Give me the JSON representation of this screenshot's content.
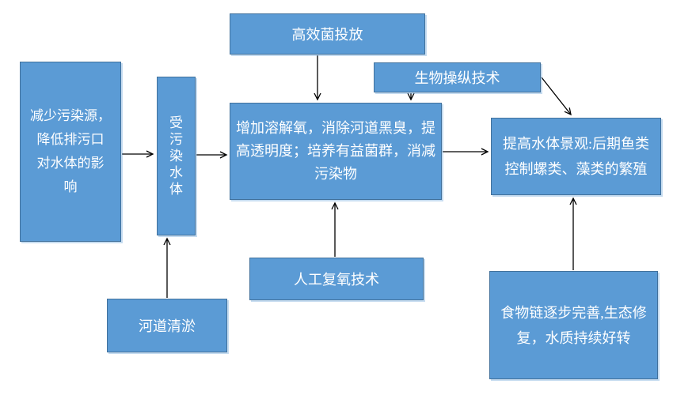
{
  "diagram": {
    "type": "flowchart",
    "background_color": "#FFFFFF",
    "node_fill_color": "#5B9BD5",
    "node_border_color": "#41719C",
    "node_text_color": "#FFFFFF",
    "arrow_color": "#000000",
    "nodes": {
      "reduce_pollution": {
        "label": "减少污染源，降低排污口对水体的影响",
        "lines": [
          "减少污染源，",
          "降低排污口",
          "对水体的影",
          "响"
        ]
      },
      "polluted_water": {
        "label": "受污染水体",
        "chars": [
          "受",
          "污",
          "染",
          "水",
          "体"
        ]
      },
      "bacteria": {
        "label": "高效菌投放"
      },
      "biomanipulation": {
        "label": "生物操纵技术"
      },
      "treatment": {
        "label": "增加溶解氧，消除河道黑臭，提高透明度；培养有益菌群，消减污染物",
        "lines": [
          "增加溶解氧，消除河道黑臭，提",
          "高透明度；培养有益菌群，消减",
          "污染物"
        ]
      },
      "landscape": {
        "label": "提高水体景观:后期鱼类控制螺类、藻类的繁殖",
        "lines": [
          "提高水体景观:后期鱼类",
          "控制螺类、藻类的繁殖"
        ]
      },
      "reoxygenation": {
        "label": "人工复氧技术"
      },
      "dredging": {
        "label": "河道清淤"
      },
      "foodchain": {
        "label": "食物链逐步完善,生态修复，水质持续好转",
        "lines": [
          "食物链逐步完善,生态修",
          "复，水质持续好转"
        ]
      }
    },
    "edges": [
      {
        "from": "reduce_pollution",
        "to": "polluted_water"
      },
      {
        "from": "polluted_water",
        "to": "treatment"
      },
      {
        "from": "bacteria",
        "to": "treatment"
      },
      {
        "from": "biomanipulation",
        "to": "treatment"
      },
      {
        "from": "biomanipulation",
        "to": "landscape"
      },
      {
        "from": "treatment",
        "to": "landscape"
      },
      {
        "from": "reoxygenation",
        "to": "treatment"
      },
      {
        "from": "dredging",
        "to": "polluted_water"
      },
      {
        "from": "foodchain",
        "to": "landscape"
      }
    ]
  }
}
